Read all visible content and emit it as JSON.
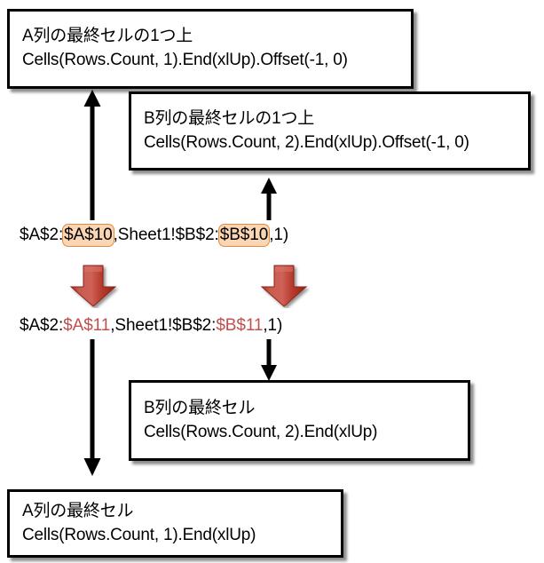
{
  "diagram": {
    "title": "Excel VBA last-cell reference diagram",
    "colors": {
      "box_border": "#000000",
      "box_fill": "#ffffff",
      "highlight_fill": "#fbd6b4",
      "highlight_border": "#e08a3c",
      "changed_text": "#c0504d",
      "red_arrow_light": "#cf5c52",
      "red_arrow_dark": "#9e2b20",
      "connector": "#000000"
    }
  },
  "boxes": {
    "a_offset": {
      "line1": "A列の最終セルの1つ上",
      "line2": "Cells(Rows.Count, 1).End(xlUp).Offset(-1, 0)"
    },
    "b_offset": {
      "line1": "B列の最終セルの1つ上",
      "line2": "Cells(Rows.Count, 2).End(xlUp).Offset(-1, 0)"
    },
    "b_last": {
      "line1": "B列の最終セル",
      "line2": "Cells(Rows.Count, 2).End(xlUp)"
    },
    "a_last": {
      "line1": "A列の最終セル",
      "line2": "Cells(Rows.Count, 1).End(xlUp)"
    }
  },
  "formulas": {
    "before": {
      "seg1": "$A$2:",
      "hl1": "$A$10",
      "seg2": ",Sheet1!$B$2:",
      "hl2": "$B$10",
      "seg3": ",1)"
    },
    "after": {
      "seg1": "$A$2:",
      "chg1": "$A$11",
      "seg2": ",Sheet1!$B$2:",
      "chg2": "$B$11",
      "seg3": ",1)"
    }
  },
  "arrows": {
    "up_a_label": "up-arrow-to-a-offset-box",
    "up_b_label": "up-arrow-to-b-offset-box",
    "down_b_label": "down-arrow-to-b-last-box",
    "down_a_label": "down-arrow-to-a-last-box",
    "red_a_label": "red-transform-arrow-column-a",
    "red_b_label": "red-transform-arrow-column-b"
  }
}
